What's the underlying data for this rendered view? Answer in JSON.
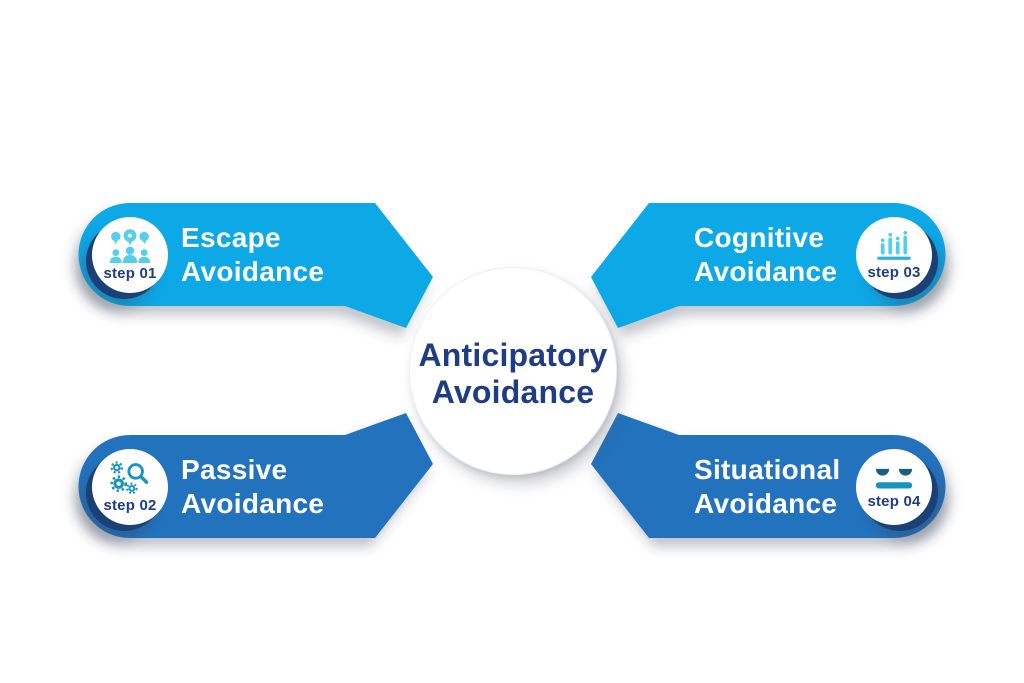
{
  "center": {
    "line1": "Anticipatory",
    "line2": "Avoidance"
  },
  "steps": [
    {
      "label": "step 01",
      "title_line1": "Escape",
      "title_line2": "Avoidance",
      "icon": "people-discussion-icon",
      "position": "top-left"
    },
    {
      "label": "step 02",
      "title_line1": "Passive",
      "title_line2": "Avoidance",
      "icon": "search-gears-icon",
      "position": "bottom-left"
    },
    {
      "label": "step 03",
      "title_line1": "Cognitive",
      "title_line2": "Avoidance",
      "icon": "bar-chart-icon",
      "position": "top-right"
    },
    {
      "label": "step 04",
      "title_line1": "Situational",
      "title_line2": "Avoidance",
      "icon": "unamused-face-icon",
      "position": "bottom-right"
    }
  ],
  "colors": {
    "accent_light": "#09A8E6",
    "accent_dark": "#2372BD",
    "navy": "#1E3D83",
    "icon_cyan": "#56CDE9",
    "icon_teal": "#1794BB",
    "eye_dark": "#1A5F80",
    "baseline_teal": "#2FB3D6",
    "badge_shadow": "#1A4076",
    "background": "#FFFFFF"
  }
}
